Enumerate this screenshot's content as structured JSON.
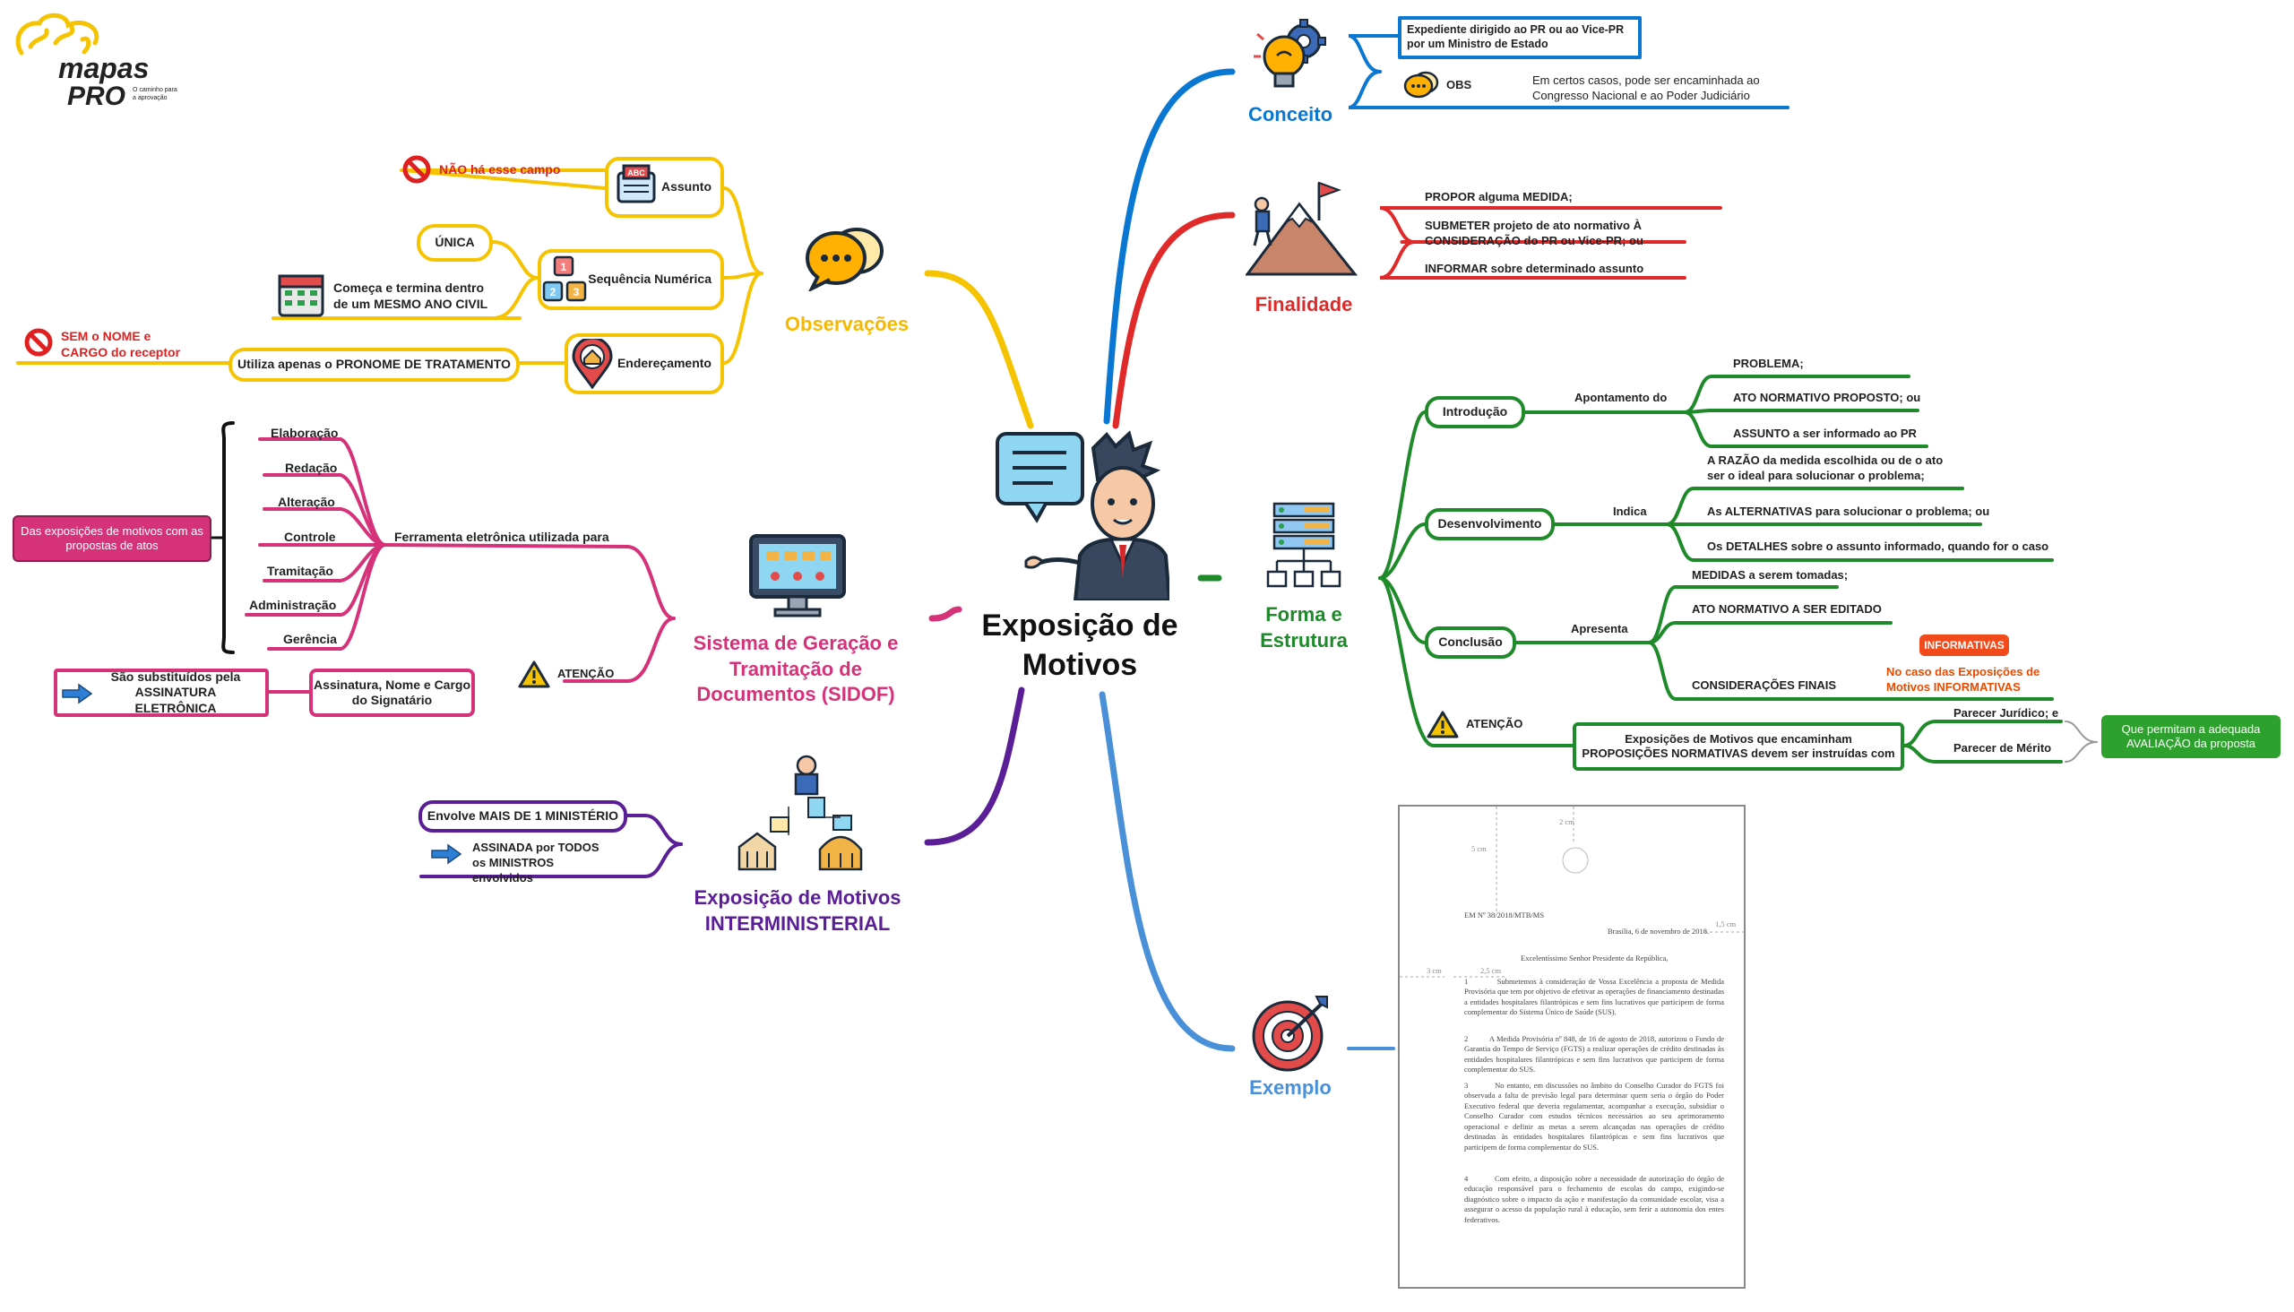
{
  "logo": {
    "brand": "mapas",
    "brand2": "PRO",
    "tagline": "O caminho para a aprovação"
  },
  "center": {
    "title": "Exposição de Motivos"
  },
  "observacoes": {
    "title": "Observações",
    "assunto": "Assunto",
    "assunto_note": "NÃO há esse campo",
    "sequencia": "Sequência Numérica",
    "unica": "ÚNICA",
    "ano_civil": "Começa e termina dentro de um MESMO ANO CIVIL",
    "enderecamento": "Endereçamento",
    "pronome": "Utiliza apenas o PRONOME DE TRATAMENTO",
    "sem_nome": "SEM o NOME e CARGO do receptor"
  },
  "sidof": {
    "title": "Sistema de Geração e Tramitação de Documentos (SIDOF)",
    "ferramenta": "Ferramenta eletrônica utilizada para",
    "items": [
      "Elaboração",
      "Redação",
      "Alteração",
      "Controle",
      "Tramitação",
      "Administração",
      "Gerência"
    ],
    "das_exposicoes": "Das exposições de motivos com as propostas de atos",
    "atencao": "ATENÇÃO",
    "assinatura": "Assinatura, Nome e Cargo do Signatário",
    "substituidos": "São substituídos pela ASSINATURA ELETRÔNICA"
  },
  "interministerial": {
    "title": "Exposição de Motivos INTERMINISTERIAL",
    "envolve": "Envolve MAIS DE 1 MINISTÉRIO",
    "assinada": "ASSINADA por TODOS os MINISTROS envolvidos"
  },
  "conceito": {
    "title": "Conceito",
    "expediente": "Expediente dirigido ao PR ou ao Vice-PR por um Ministro de Estado",
    "obs": "OBS",
    "obs_text": "Em certos casos, pode ser encaminhada ao Congresso Nacional e ao Poder Judiciário"
  },
  "finalidade": {
    "title": "Finalidade",
    "items": [
      "PROPOR alguma MEDIDA;",
      "SUBMETER projeto de ato normativo À CONSIDERAÇÃO do PR ou Vice-PR; ou",
      "INFORMAR sobre determinado assunto"
    ]
  },
  "forma": {
    "title": "Forma e Estrutura",
    "introducao": "Introdução",
    "apontamento": "Apontamento do",
    "intro_items": [
      "PROBLEMA;",
      "ATO NORMATIVO PROPOSTO; ou",
      "ASSUNTO a ser informado ao PR"
    ],
    "desenvolvimento": "Desenvolvimento",
    "indica": "Indica",
    "desenv_items": [
      "A RAZÃO da medida escolhida ou de o ato ser o ideal para solucionar o problema;",
      "As ALTERNATIVAS para solucionar o problema; ou",
      "Os DETALHES sobre o assunto informado, quando for o caso"
    ],
    "conclusao": "Conclusão",
    "apresenta": "Apresenta",
    "concl_items": [
      "MEDIDAS a serem tomadas;",
      "ATO NORMATIVO A SER EDITADO",
      "CONSIDERAÇÕES FINAIS"
    ],
    "informativas_tag": "INFORMATIVAS",
    "informativas_note": "No caso das Exposições de Motivos INFORMATIVAS",
    "atencao": "ATENÇÃO",
    "exposicoes": "Exposições de Motivos que encaminham PROPOSIÇÕES NORMATIVAS devem ser instruídas com",
    "pareceres": [
      "Parecer Jurídico; e",
      "Parecer de Mérito"
    ],
    "permitam": "Que permitam a adequada AVALIAÇÃO da proposta"
  },
  "exemplo": {
    "title": "Exemplo",
    "doc": {
      "margin_top": "5 cm",
      "margin_logo": "2 cm",
      "margin_right": "1,5 cm",
      "margin_left": "3 cm",
      "margin_indent": "2,5 cm",
      "ref": "EM Nº 38/2018/MTB/MS",
      "date": "Brasília, 6 de novembro de 2018.",
      "greeting": "Excelentíssimo Senhor Presidente da República,",
      "p1": "1          Submetemos à consideração de Vossa Excelência a proposta de Medida Provisória que tem por objetivo de efetivar as operações de financiamento destinadas a entidades hospitalares filantrópicas e sem fins lucrativos que participem de forma complementar do Sistema Único de Saúde (SUS).",
      "p2": "2          A Medida Provisória nº 848, de 16 de agosto de 2018, autorizou o Fundo de Garantia do Tempo de Serviço (FGTS) a realizar operações de crédito destinadas às entidades hospitalares filantrópicas e sem fins lucrativos que participem de forma complementar do SUS.",
      "p3": "3          No entanto, em discussões no âmbito do Conselho Curador do FGTS foi observada a falta de previsão legal para determinar quem seria o órgão do Poder Executivo federal que deveria regulamentar, acompanhar a execução, subsidiar o Conselho Curador com estudos técnicos necessários ao seu aprimoramento operacional e definir as metas a serem alcançadas nas operações de crédito destinadas às entidades hospitalares filantrópicas e sem fins lucrativos que participem de forma complementar do SUS.",
      "p4": "4          Com efeito, a disposição sobre a necessidade de autorização do órgão de educação responsável para o fechamento de escolas do campo, exigindo-se diagnóstico sobre o impacto da ação e manifestação da comunidade escolar, visa a assegurar o acesso da população rural à educação, sem ferir a autonomia dos entes federativos."
    }
  },
  "colors": {
    "observacoes": "#F6C300",
    "sidof": "#D6327A",
    "interministerial": "#5A1F96",
    "conceito": "#0A78D2",
    "finalidade": "#E02A2A",
    "forma": "#1E8A2A",
    "exemplo": "#4A90D9"
  }
}
